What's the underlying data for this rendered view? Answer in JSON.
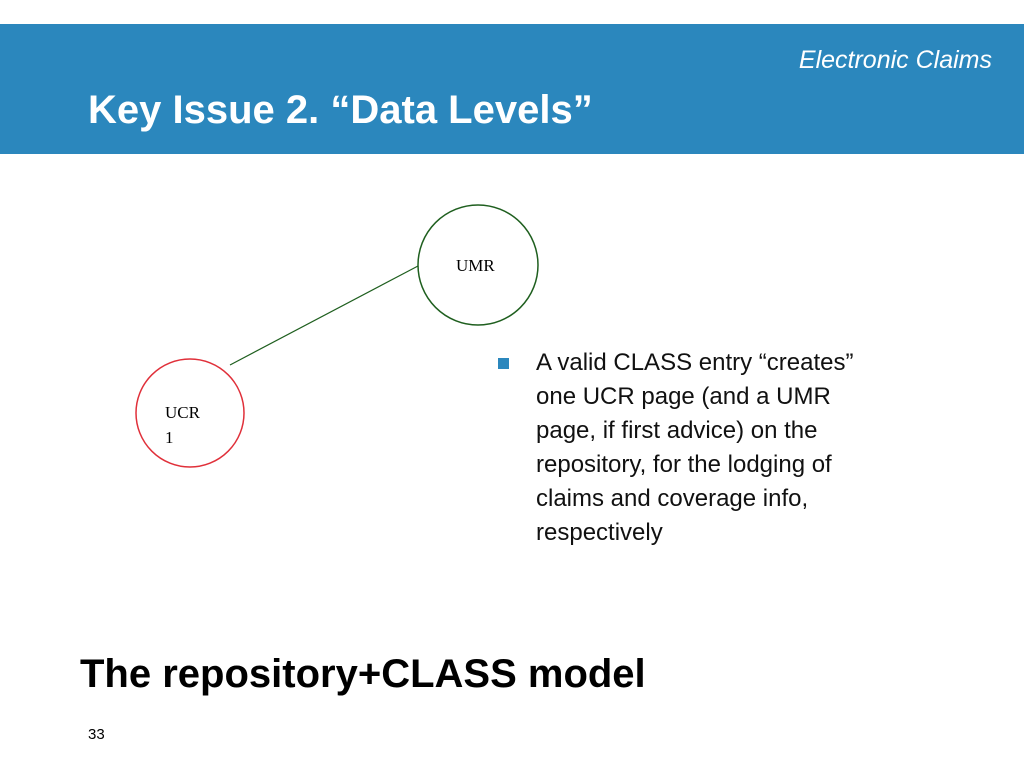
{
  "header": {
    "section_label": "Electronic Claims",
    "title": "Key Issue 2. “Data Levels”",
    "band_color": "#2b87bd"
  },
  "diagram": {
    "nodes": [
      {
        "id": "umr",
        "label_lines": [
          "UMR"
        ],
        "border_color": "#1f5f1f"
      },
      {
        "id": "ucr1",
        "label_lines": [
          "UCR",
          "1"
        ],
        "border_color": "#e0303a"
      }
    ],
    "connector_color": "#1f5f1f"
  },
  "bullet": {
    "text": "A valid CLASS entry “creates” one UCR page (and a UMR page, if first advice) on the repository, for the lodging of claims and coverage info, respectively",
    "marker_color": "#2b87bd"
  },
  "footer": {
    "title": "The repository+CLASS model",
    "page_number": "33"
  }
}
